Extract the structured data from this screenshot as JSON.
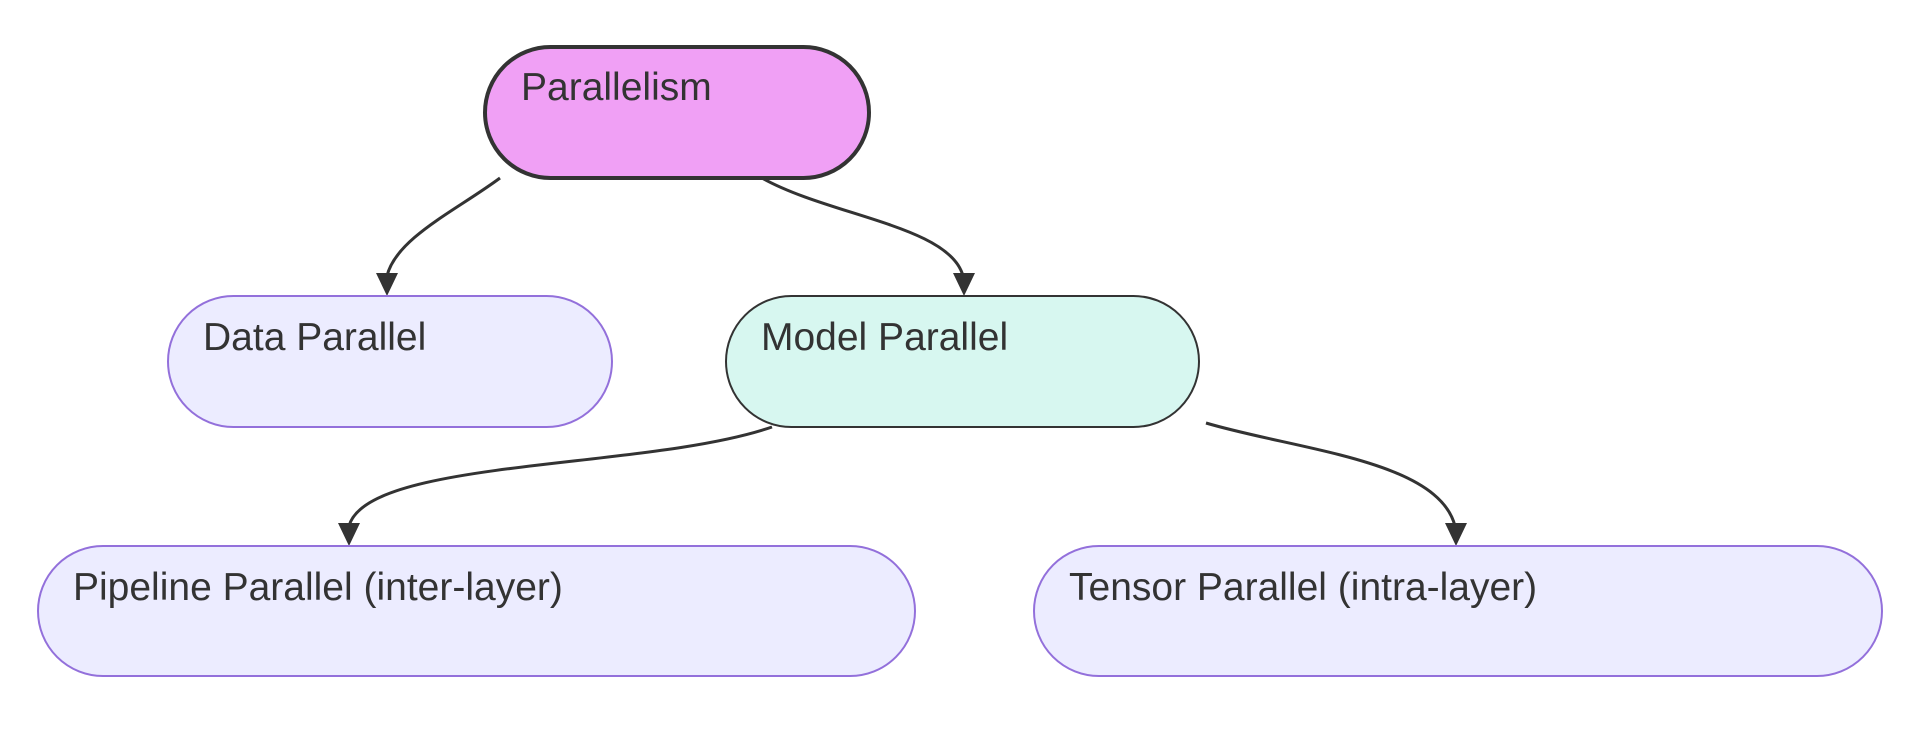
{
  "diagram": {
    "type": "flowchart",
    "direction": "top-down",
    "background_color": "#ffffff",
    "edge_color": "#333333",
    "nodes": [
      {
        "id": "parallelism",
        "label": "Parallelism",
        "shape": "stadium",
        "fill_color": "#f0a0f5",
        "border_color": "#333333"
      },
      {
        "id": "data-parallel",
        "label": "Data Parallel",
        "shape": "stadium",
        "fill_color": "#ececff",
        "border_color": "#9370db"
      },
      {
        "id": "model-parallel",
        "label": "Model Parallel",
        "shape": "stadium",
        "fill_color": "#d7f7f0",
        "border_color": "#333333"
      },
      {
        "id": "pipeline-parallel",
        "label": "Pipeline Parallel (inter-layer)",
        "shape": "stadium",
        "fill_color": "#ececff",
        "border_color": "#9370db"
      },
      {
        "id": "tensor-parallel",
        "label": "Tensor Parallel (intra-layer)",
        "shape": "stadium",
        "fill_color": "#ececff",
        "border_color": "#9370db"
      }
    ],
    "edges": [
      {
        "from": "Parallelism",
        "to": "Data Parallel",
        "arrow": "arrowhead-down"
      },
      {
        "from": "Parallelism",
        "to": "Model Parallel",
        "arrow": "arrowhead-down"
      },
      {
        "from": "Model Parallel",
        "to": "Pipeline Parallel (inter-layer)",
        "arrow": "arrowhead-down"
      },
      {
        "from": "Model Parallel",
        "to": "Tensor Parallel (intra-layer)",
        "arrow": "arrowhead-down"
      }
    ]
  }
}
